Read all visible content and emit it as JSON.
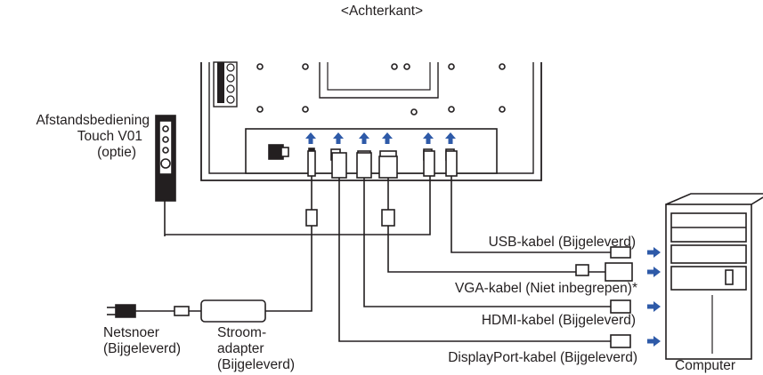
{
  "header": {
    "view_label": "<Achterkant>"
  },
  "remote": {
    "line1": "Afstandsbediening",
    "line2": "Touch V01",
    "line3": "(optie)"
  },
  "cables": {
    "usb": "USB-kabel (Bijgeleverd)",
    "vga": "VGA-kabel (Niet inbegrepen)*",
    "hdmi": "HDMI-kabel (Bijgeleverd)",
    "displayport": "DisplayPort-kabel (Bijgeleverd)"
  },
  "power": {
    "cord_line1": "Netsnoer",
    "cord_line2": "(Bijgeleverd)",
    "adapter_line1": "Stroom-",
    "adapter_line2": "adapter",
    "adapter_line3": "(Bijgeleverd)"
  },
  "computer": {
    "label": "Computer"
  },
  "colors": {
    "line": "#231f20",
    "arrow": "#2e5aa8",
    "fill": "#ffffff"
  }
}
